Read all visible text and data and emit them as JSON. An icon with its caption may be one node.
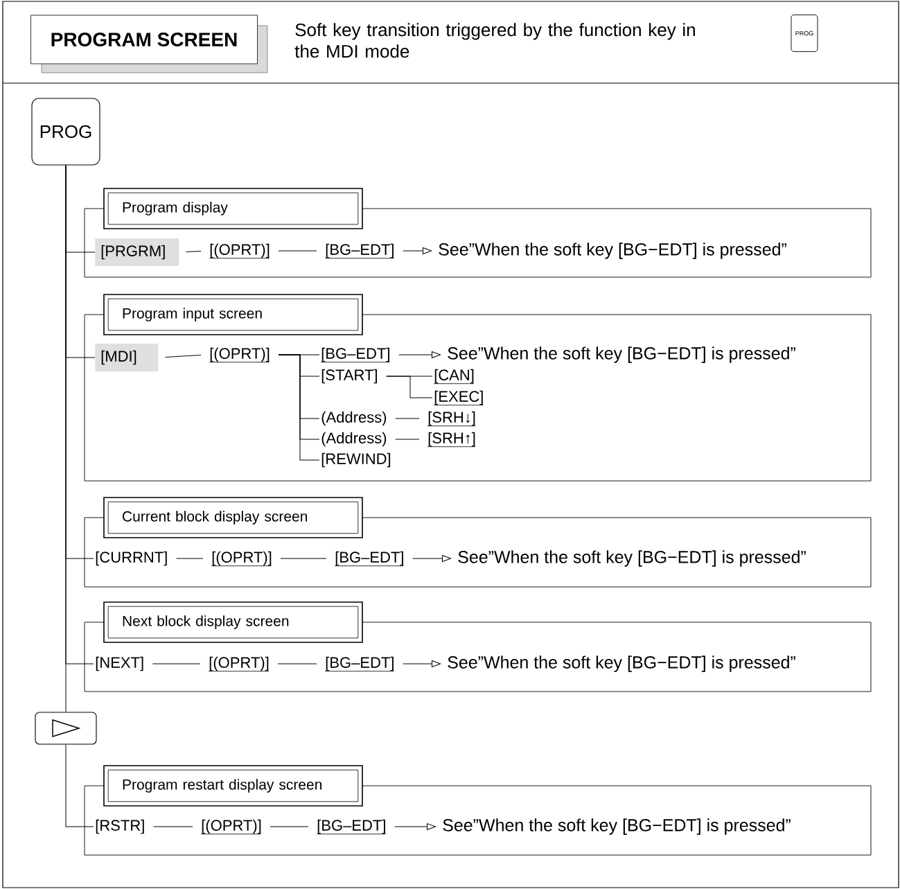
{
  "diagram": {
    "nodes": [
      {
        "text": [
          "PROGRAM SCREEN"
        ]
      },
      {
        "text": [
          "PROG"
        ]
      },
      {
        "text": [
          "PROG"
        ]
      },
      {
        "text": [
          "Program display"
        ]
      },
      {
        "text": [
          "[PRGRM]"
        ],
        "in": 3
      },
      {
        "text": [
          "[(OPRT)]"
        ],
        "in": 3
      },
      {
        "text": [
          "[BG–EDT]"
        ],
        "in": 3
      },
      {
        "text": [
          "See”When the soft key [BG−EDT] is pressed”"
        ],
        "in": 3
      },
      {
        "text": [
          "Program input screen"
        ]
      },
      {
        "text": [
          "[MDI]"
        ],
        "in": 8
      },
      {
        "text": [
          "[(OPRT)]"
        ],
        "in": 8
      },
      {
        "text": [
          "[BG–EDT]"
        ],
        "in": 8
      },
      {
        "text": [
          "See”When the soft key [BG−EDT] is pressed”"
        ],
        "in": 8
      },
      {
        "text": [
          "[START]"
        ],
        "in": 8
      },
      {
        "text": [
          "[CAN]"
        ],
        "in": 8
      },
      {
        "text": [
          "[EXEC]"
        ],
        "in": 8
      },
      {
        "text": [
          "(Address)"
        ],
        "in": 8
      },
      {
        "text": [
          "[SRH↓]"
        ],
        "in": 8
      },
      {
        "text": [
          "(Address)"
        ],
        "in": 8
      },
      {
        "text": [
          "[SRH↑]"
        ],
        "in": 8
      },
      {
        "text": [
          "[REWIND]"
        ],
        "in": 8
      },
      {
        "text": [
          "Current block display screen"
        ]
      },
      {
        "text": [
          "[CURRNT]"
        ],
        "in": 21
      },
      {
        "text": [
          "[(OPRT)]"
        ],
        "in": 21
      },
      {
        "text": [
          "[BG–EDT]"
        ],
        "in": 21
      },
      {
        "text": [
          "See”When the soft key [BG−EDT] is pressed”"
        ],
        "in": 21
      },
      {
        "text": [
          "Next block display screen"
        ]
      },
      {
        "text": [
          "[NEXT]"
        ],
        "in": 26
      },
      {
        "text": [
          "[(OPRT)]"
        ],
        "in": 26
      },
      {
        "text": [
          "[BG–EDT]"
        ],
        "in": 26
      },
      {
        "text": [
          "See”When the soft key [BG−EDT] is pressed”"
        ],
        "in": 26
      },
      {
        "text": [],
        "shape": "box"
      },
      {
        "text": [
          "Program restart display screen"
        ]
      },
      {
        "text": [
          "[RSTR]"
        ],
        "in": 32
      },
      {
        "text": [
          "[(OPRT)]"
        ],
        "in": 32
      },
      {
        "text": [
          "[BG–EDT]"
        ],
        "in": 32
      },
      {
        "text": [
          "See”When the soft key [BG−EDT] is pressed”"
        ],
        "in": 32
      }
    ],
    "edges": [
      {
        "from": 2,
        "to": 4,
        "arrow": "none"
      },
      {
        "from": 4,
        "to": 5,
        "arrow": "none"
      },
      {
        "from": 5,
        "to": 6,
        "arrow": "none"
      },
      {
        "from": 6,
        "to": 7,
        "arrow": "to"
      },
      {
        "from": 2,
        "to": 9,
        "arrow": "none"
      },
      {
        "from": 9,
        "to": 10,
        "arrow": "none"
      },
      {
        "from": 10,
        "to": 11,
        "arrow": "none"
      },
      {
        "from": 11,
        "to": 12,
        "arrow": "to"
      },
      {
        "from": 10,
        "to": 13,
        "arrow": "none"
      },
      {
        "from": 13,
        "to": 14,
        "arrow": "none"
      },
      {
        "from": 13,
        "to": 15,
        "arrow": "none"
      },
      {
        "from": 10,
        "to": 16,
        "arrow": "none"
      },
      {
        "from": 16,
        "to": 17,
        "arrow": "none"
      },
      {
        "from": 10,
        "to": 18,
        "arrow": "none"
      },
      {
        "from": 18,
        "to": 19,
        "arrow": "none"
      },
      {
        "from": 10,
        "to": 20,
        "arrow": "none"
      },
      {
        "from": 2,
        "to": 22,
        "arrow": "none"
      },
      {
        "from": 22,
        "to": 23,
        "arrow": "none"
      },
      {
        "from": 23,
        "to": 24,
        "arrow": "none"
      },
      {
        "from": 24,
        "to": 25,
        "arrow": "to"
      },
      {
        "from": 2,
        "to": 27,
        "arrow": "none"
      },
      {
        "from": 27,
        "to": 28,
        "arrow": "none"
      },
      {
        "from": 28,
        "to": 29,
        "arrow": "none"
      },
      {
        "from": 29,
        "to": 30,
        "arrow": "to"
      },
      {
        "from": 2,
        "to": 31,
        "arrow": "none"
      },
      {
        "from": 31,
        "to": 33,
        "arrow": "none"
      },
      {
        "from": 33,
        "to": 34,
        "arrow": "none"
      },
      {
        "from": 34,
        "to": 35,
        "arrow": "none"
      },
      {
        "from": 35,
        "to": 36,
        "arrow": "to"
      }
    ],
    "labels": [
      "Soft key transition triggered by the function key in the MDI mode"
    ]
  }
}
